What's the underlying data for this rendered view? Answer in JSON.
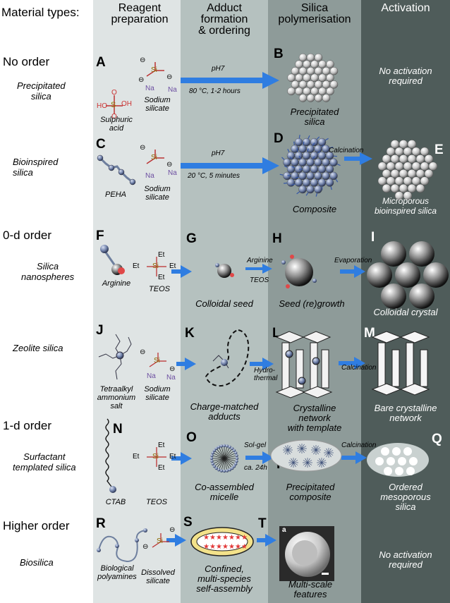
{
  "header": {
    "material_types": "Material types:",
    "reagent": "Reagent\npreparation",
    "adduct": "Adduct\nformation\n& ordering",
    "silica_poly": "Silica\npolymerisation",
    "activation": "Activation"
  },
  "sections": {
    "no_order": "No order",
    "zero_d": "0-d order",
    "one_d": "1-d order",
    "higher": "Higher order"
  },
  "materials": {
    "precipitated": "Precipitated\nsilica",
    "bioinspired": "Bioinspired\nsilica",
    "nanospheres": "Silica\nnanospheres",
    "zeolite": "Zeolite silica",
    "surfactant": "Surfactant\ntemplated silica",
    "biosilica": "Biosilica"
  },
  "letters": [
    "A",
    "B",
    "C",
    "D",
    "E",
    "F",
    "G",
    "H",
    "I",
    "J",
    "K",
    "L",
    "M",
    "N",
    "O",
    "P",
    "Q",
    "R",
    "S",
    "T"
  ],
  "chem": {
    "sulphuric": "Sulphuric\nacid",
    "sodium_silicate": "Sodium\nsilicate",
    "peha": "PEHA",
    "arginine": "Arginine",
    "teos": "TEOS",
    "tetraalkyl": "Tetraalkyl\nammonium\nsalt",
    "ctab": "CTAB",
    "bio_polyamines": "Biological\npolyamines",
    "dissolved_silicate": "Dissolved\nsilicate",
    "na": "Na",
    "si": "Si",
    "o": "O",
    "oh": "OH",
    "ho": "HO",
    "s": "S",
    "et": "Et",
    "minus": "⊖"
  },
  "conditions": {
    "ph7": "pH7",
    "c80": "80 °C, 1-2 hours",
    "c20": "20 °C, 5 minutes",
    "calcination": "Calcination",
    "arginine": "Arginine",
    "teos": "TEOS",
    "evaporation": "Evaporation",
    "hydrothermal": "Hydro-\nthermal",
    "solgel": "Sol-gel",
    "ca24": "ca. 24h"
  },
  "captions": {
    "no_activation": "No activation\nrequired",
    "precipitated_silica": "Precipitated\nsilica",
    "composite": "Composite",
    "microporous": "Microporous\nbioinspired silica",
    "colloidal_seed": "Colloidal seed",
    "seed_regrowth": "Seed (re)growth",
    "colloidal_crystal": "Colloidal crystal",
    "charge_matched": "Charge-matched\nadducts",
    "crystalline_template": "Crystalline\nnetwork\nwith template",
    "bare_crystalline": "Bare crystalline\nnetwork",
    "co_assembled": "Co-assembled\nmicelle",
    "precipitated_composite": "Precipitated\ncomposite",
    "ordered_meso": "Ordered\nmesoporous\nsilica",
    "confined": "Confined,\nmulti-species\nself-assembly",
    "multi_scale": "Multi-scale\nfeatures",
    "no_activation2": "No activation\nrequired",
    "sem_a": "a"
  },
  "colors": {
    "col_reagent": "#dfe4e4",
    "col_adduct": "#b5c1bf",
    "col_silica": "#8e9b99",
    "col_activation": "#4f5c5a",
    "arrow": "#2f7de1"
  }
}
